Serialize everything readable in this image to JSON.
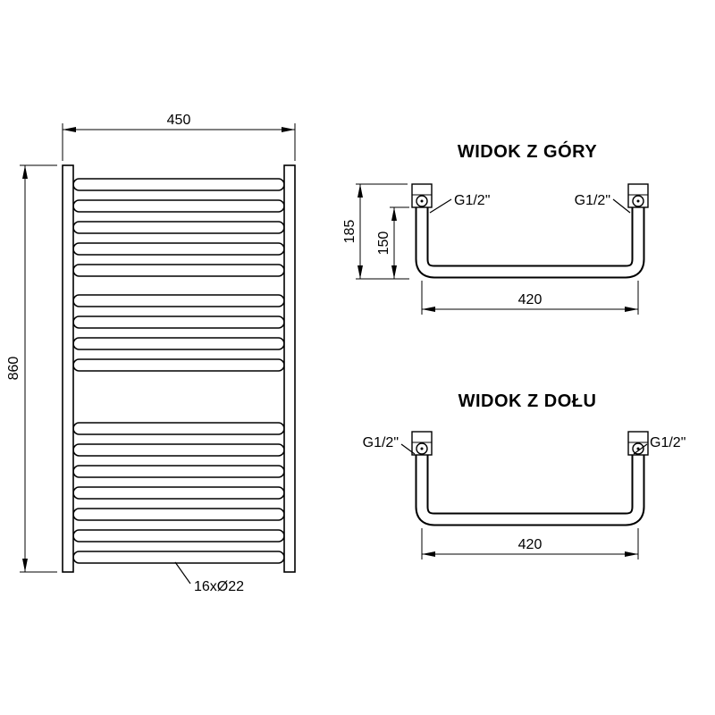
{
  "front_view": {
    "width_dim": "450",
    "height_dim": "860",
    "tube_label": "16xØ22",
    "tube_groups": [
      5,
      4,
      7
    ]
  },
  "top_view": {
    "title": "WIDOK Z GÓRY",
    "thread_left": "G1/2\"",
    "thread_right": "G1/2\"",
    "depth_total": "185",
    "depth_axis": "150",
    "spacing": "420"
  },
  "bottom_view": {
    "title": "WIDOK Z DOŁU",
    "thread_left": "G1/2\"",
    "thread_right": "G1/2\"",
    "spacing": "420"
  },
  "colors": {
    "line": "#000000",
    "background": "#ffffff"
  }
}
